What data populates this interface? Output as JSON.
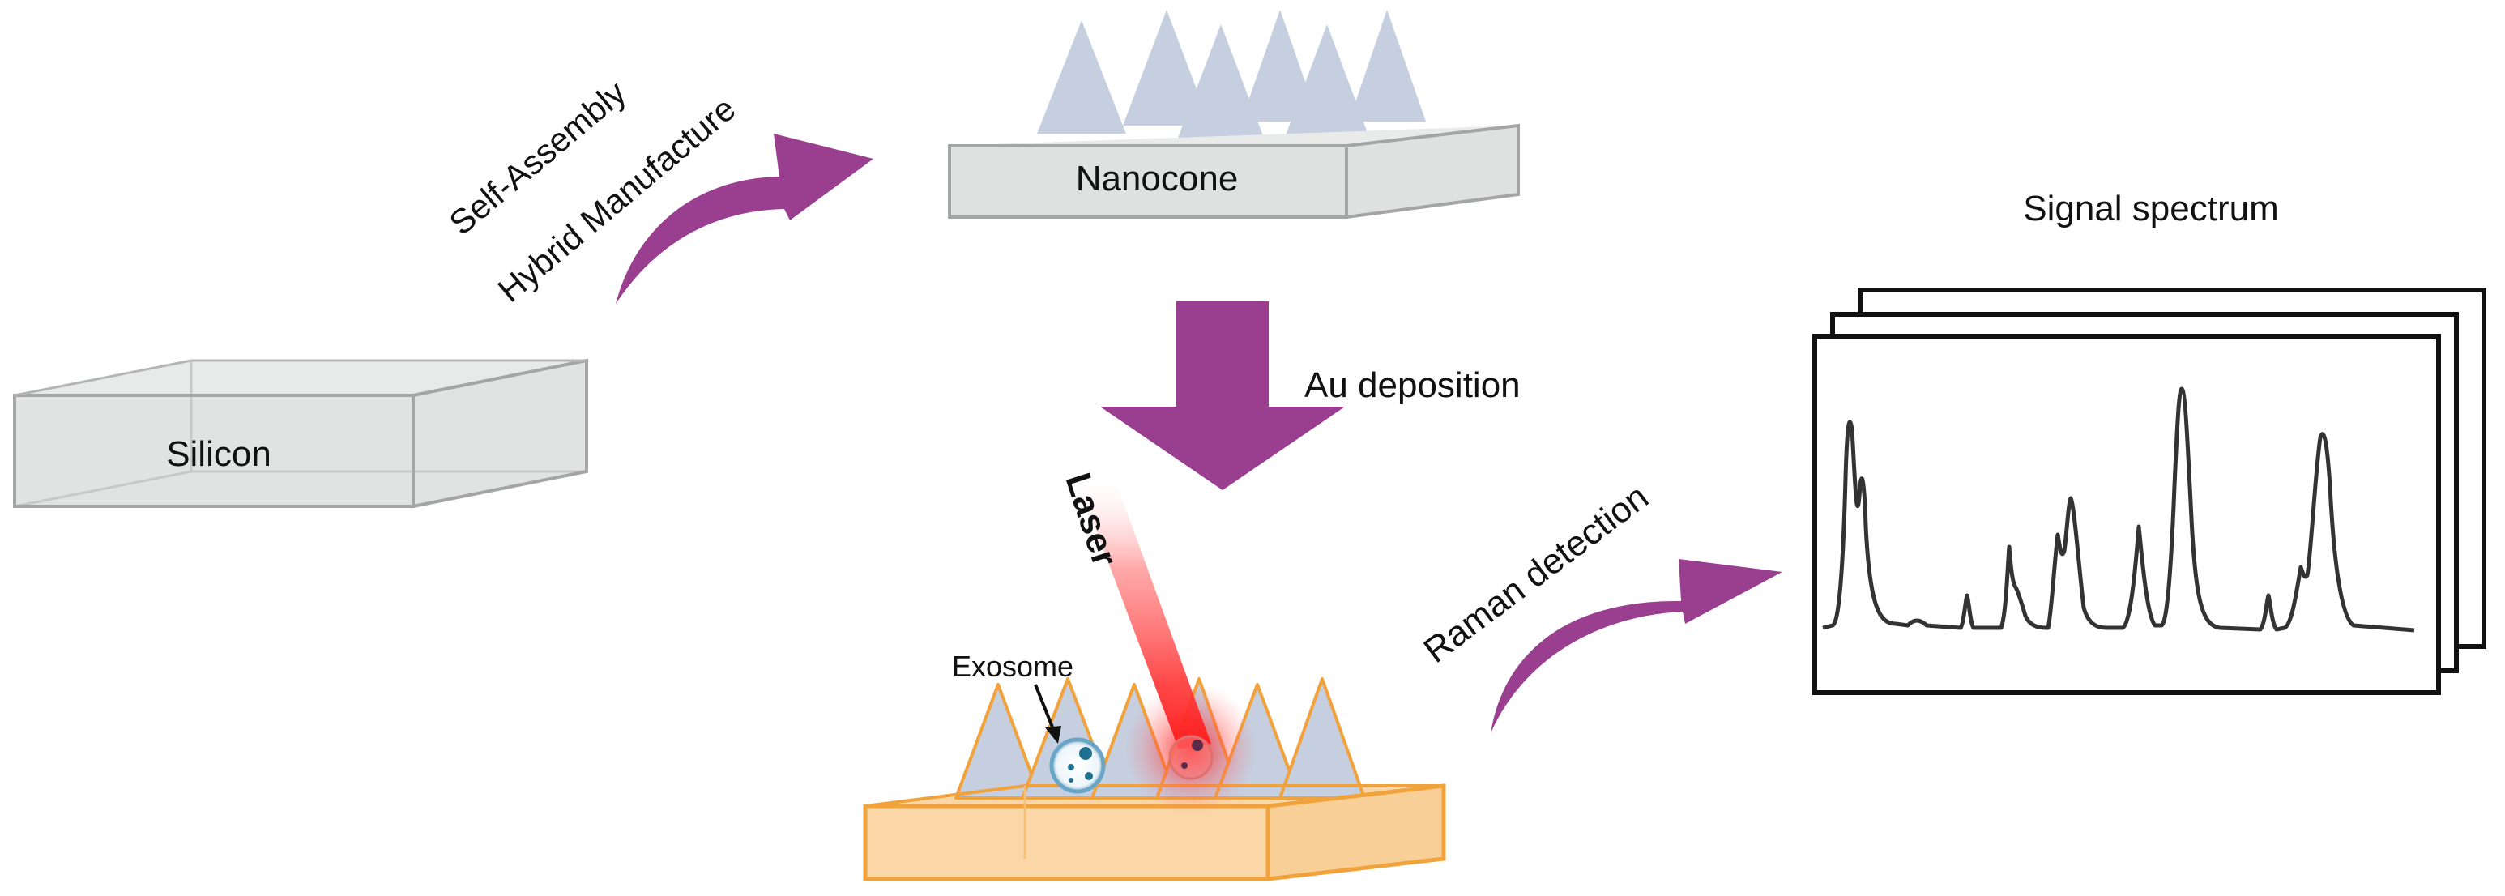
{
  "labels": {
    "self_assembly": "Self-Assembly",
    "hybrid_manufacture": "Hybrid Manufacture",
    "silicon": "Silicon",
    "nanocone": "Nanocone",
    "au_deposition": "Au deposition",
    "laser": "Laser",
    "exosome": "Exosome",
    "raman_detection": "Raman detection",
    "signal_spectrum": "Signal spectrum"
  },
  "colors": {
    "arrow": "#9a3f8f",
    "silicon_fill": "#dcdedd",
    "silicon_edge": "#9a9a9a",
    "cone_fill": "#c5cfe0",
    "gold_fill": "#fbd7a8",
    "gold_edge": "#f2a23a",
    "laser": "#ff1a1a",
    "exosome": "#1f6f8f",
    "spectrum_line": "#333333"
  }
}
